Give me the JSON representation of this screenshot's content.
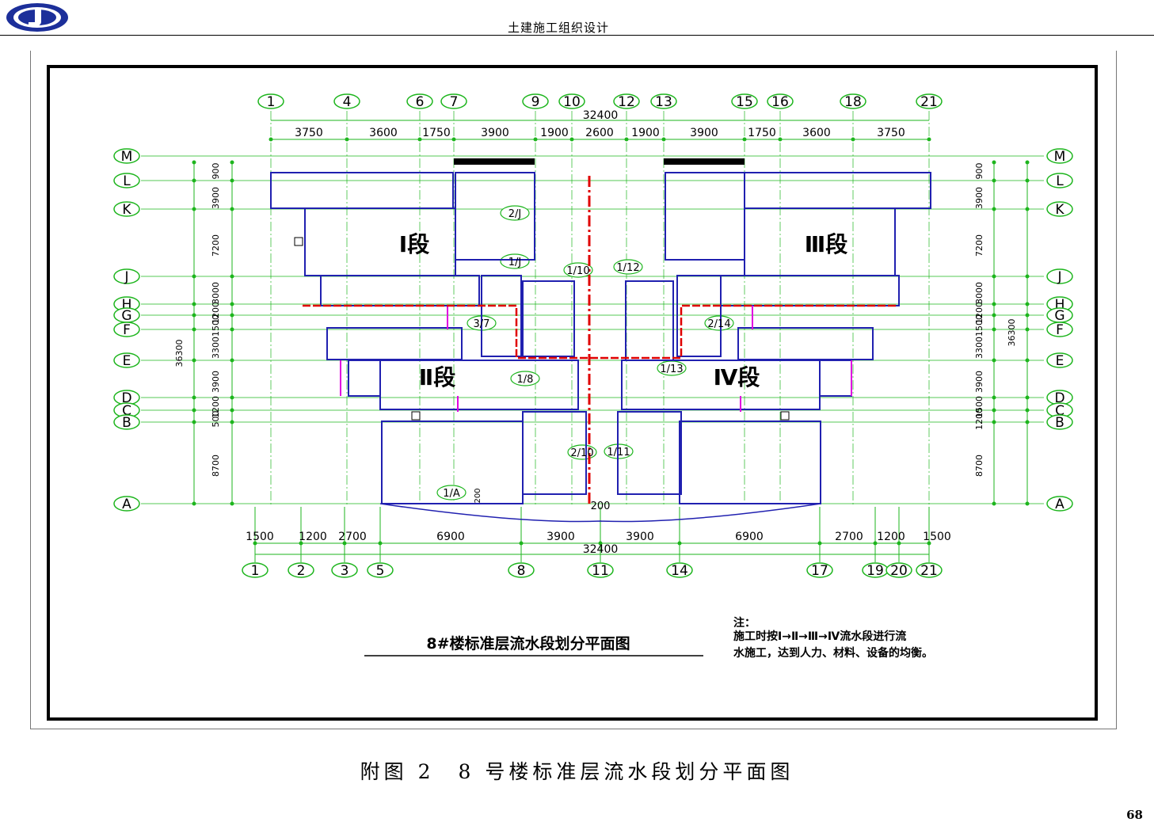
{
  "header": {
    "title": "土建施工组织设计",
    "logo": "company-logo"
  },
  "drawing": {
    "title": "8#楼标准层流水段划分平面图",
    "note": {
      "heading": "注：",
      "line1": "施工时按Ⅰ→Ⅱ→Ⅲ→Ⅳ流水段进行流",
      "line2": "水施工，达到人力、材料、设备的均衡。"
    },
    "sections": [
      "Ⅰ段",
      "Ⅱ段",
      "Ⅲ段",
      "Ⅳ段"
    ],
    "top_axes": [
      "1",
      "4",
      "6",
      "7",
      "9",
      "10",
      "12",
      "13",
      "15",
      "16",
      "18",
      "21"
    ],
    "top_total": "32400",
    "top_dims": [
      "3750",
      "3600",
      "1750",
      "3900",
      "1900",
      "2600",
      "1900",
      "3900",
      "1750",
      "3600",
      "3750"
    ],
    "bottom_axes": [
      "1",
      "2",
      "3",
      "5",
      "8",
      "11",
      "14",
      "17",
      "19",
      "20",
      "21"
    ],
    "bottom_total": "32400",
    "bottom_dims": [
      "1500",
      "1200",
      "2700",
      "6900",
      "3900",
      "3900",
      "6900",
      "2700",
      "1200",
      "1500"
    ],
    "row_axes": [
      "M",
      "L",
      "K",
      "J",
      "H",
      "G",
      "F",
      "E",
      "D",
      "C",
      "B",
      "A"
    ],
    "row_dims": [
      "900",
      "3900",
      "7200",
      "3000",
      "1200",
      "1500",
      "3300",
      "3900",
      "1500",
      "1200",
      "8700"
    ],
    "row_dims_left": [
      "900",
      "3900",
      "7200",
      "3000",
      "1200",
      "1500",
      "3300",
      "3900",
      "1200",
      "500",
      "8700"
    ],
    "row_total": "36300",
    "bay_width": "200",
    "details": [
      "2/J",
      "1/J",
      "1/10",
      "1/12",
      "3/7",
      "2/14",
      "1/8",
      "1/13",
      "2/10",
      "1/11",
      "1/A"
    ]
  },
  "caption": "附图 2　8 号楼标准层流水段划分平面图",
  "page_number": "68",
  "colors": {
    "axis": "#1db51d",
    "wall": "#2020b0",
    "section_line": "#e00000",
    "partition": "#e000e0"
  }
}
